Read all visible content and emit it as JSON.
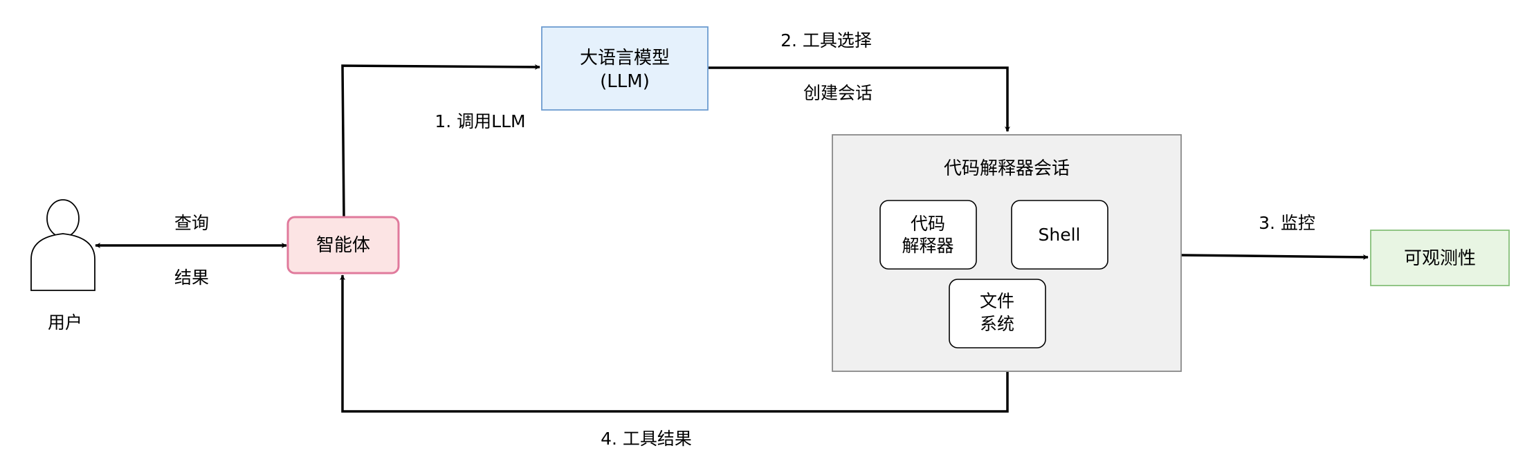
{
  "user": {
    "label": "用户"
  },
  "agent": {
    "label": "智能体"
  },
  "llm": {
    "line1": "大语言模型",
    "line2": "(LLM)"
  },
  "session": {
    "title": "代码解释器会话",
    "interpreter_line1": "代码",
    "interpreter_line2": "解释器",
    "shell": "Shell",
    "fs_line1": "文件",
    "fs_line2": "系统"
  },
  "observability": {
    "label": "可观测性"
  },
  "edges": {
    "query": "查询",
    "result": "结果",
    "call_llm": "1. 调用LLM",
    "tool_select": "2. 工具选择",
    "create_session": "创建会话",
    "monitor": "3. 监控",
    "tool_result": "4. 工具结果"
  },
  "colors": {
    "agent_fill": "#fce4e4",
    "agent_stroke": "#e07a9c",
    "llm_fill": "#e5f1fc",
    "llm_stroke": "#6c9bcf",
    "session_fill": "#f0f0f0",
    "session_stroke": "#888888",
    "obs_fill": "#e8f5e3",
    "obs_stroke": "#86c07a"
  }
}
